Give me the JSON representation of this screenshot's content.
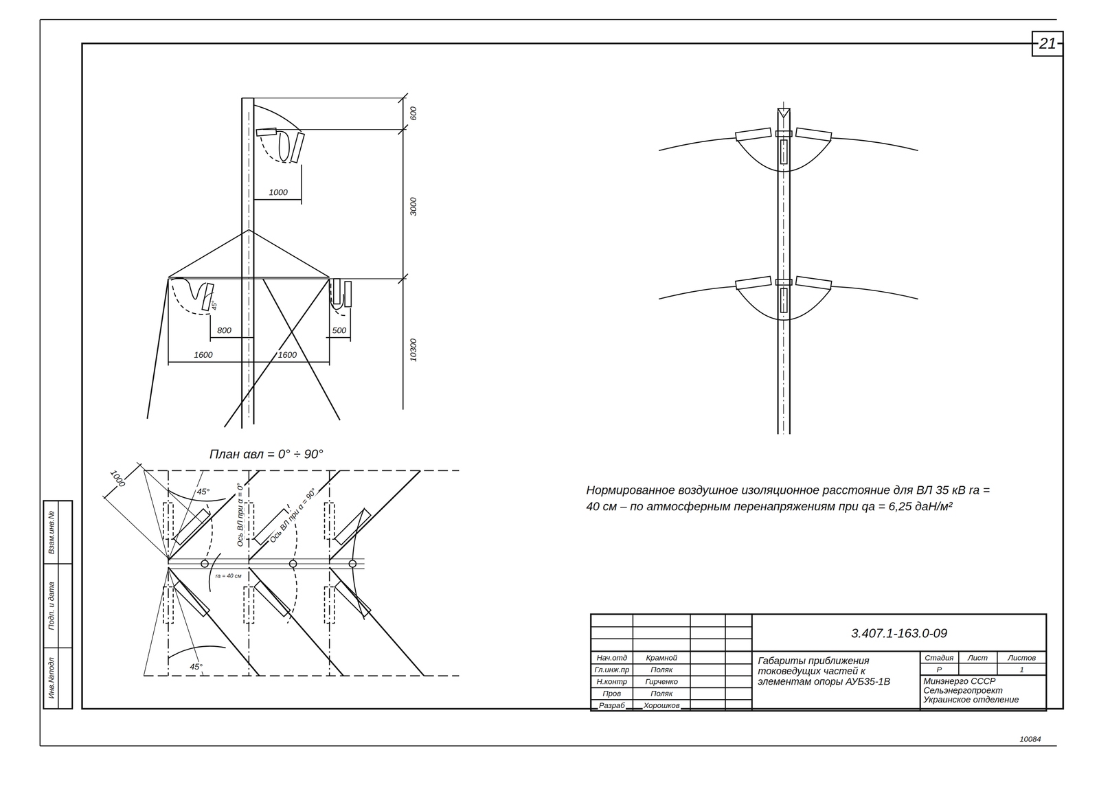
{
  "diagram": {
    "labels": [
      "21",
      "600",
      "3000",
      "10300",
      "1000",
      "800",
      "500",
      "1600",
      "1600",
      "45°",
      "План αвл = 0° ÷ 90°",
      "1000",
      "45°",
      "Ось ВЛ при α = 0°",
      "Ось ВЛ при α = 90°",
      "rа = 40 см",
      "45°",
      "Нормированное воздушное изоляционное расстояние для ВЛ 35 кВ rа = 40 см – по атмосферным перенапряжениям при qа = 6,25 даН/м²",
      "3.407.1-163.0-09",
      "Нач.отд",
      "Крамной",
      "Гл.инж.пр",
      "Поляк",
      "Н.контр",
      "Гирченко",
      "Пров",
      "Поляк",
      "Разраб",
      "Хорошков",
      "Габариты приближения токоведущих частей к элементам опоры АУБ35-1В",
      "Стадия",
      "Лист",
      "Листов",
      "Р",
      "1",
      "Минэнерго СССР Сельэнергопроект Украинское отделение",
      "Взам.инв.№",
      "Подп. и дата",
      "Инв.№подл",
      "10084"
    ]
  }
}
